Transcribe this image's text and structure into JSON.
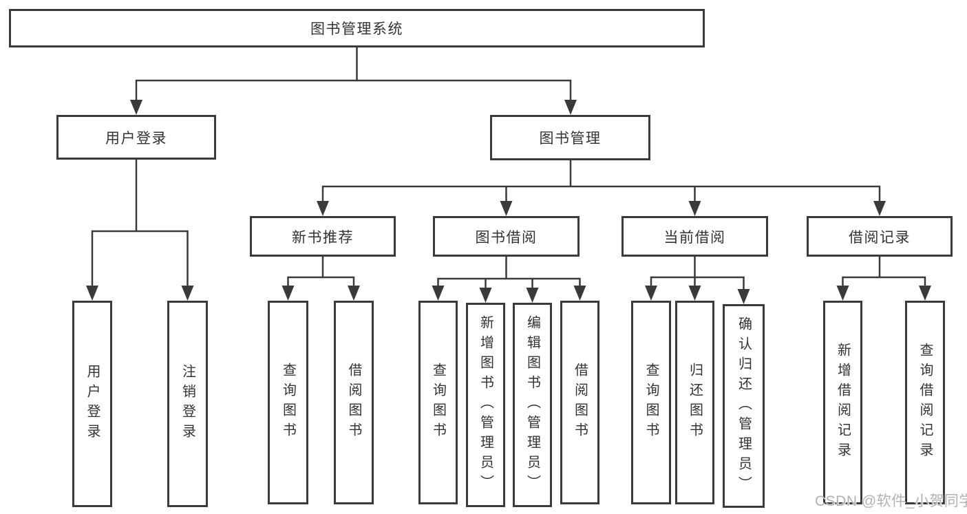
{
  "tree": {
    "label": "图书管理系统",
    "children": [
      {
        "label": "用户登录",
        "children": [
          {
            "label": "用户登录"
          },
          {
            "label": "注销登录"
          }
        ]
      },
      {
        "label": "图书管理",
        "children": [
          {
            "label": "新书推荐",
            "children": [
              {
                "label": "查询图书"
              },
              {
                "label": "借阅图书"
              }
            ]
          },
          {
            "label": "图书借阅",
            "children": [
              {
                "label": "查询图书"
              },
              {
                "label": "新增图书（管理员）"
              },
              {
                "label": "编辑图书（管理员）"
              },
              {
                "label": "借阅图书"
              }
            ]
          },
          {
            "label": "当前借阅",
            "children": [
              {
                "label": "查询图书"
              },
              {
                "label": "归还图书"
              },
              {
                "label": "确认归还（管理员）"
              }
            ]
          },
          {
            "label": "借阅记录",
            "children": [
              {
                "label": "新增借阅记录"
              },
              {
                "label": "查询借阅记录"
              }
            ]
          }
        ]
      }
    ]
  },
  "watermark": {
    "text": "CSDN @软件_小贺同学"
  },
  "colors": {
    "line": "#3a3a3a",
    "node_border": "#3a3a3a",
    "node_text": "#333333",
    "background": "#ffffff",
    "watermark": "#b2b2b2"
  }
}
